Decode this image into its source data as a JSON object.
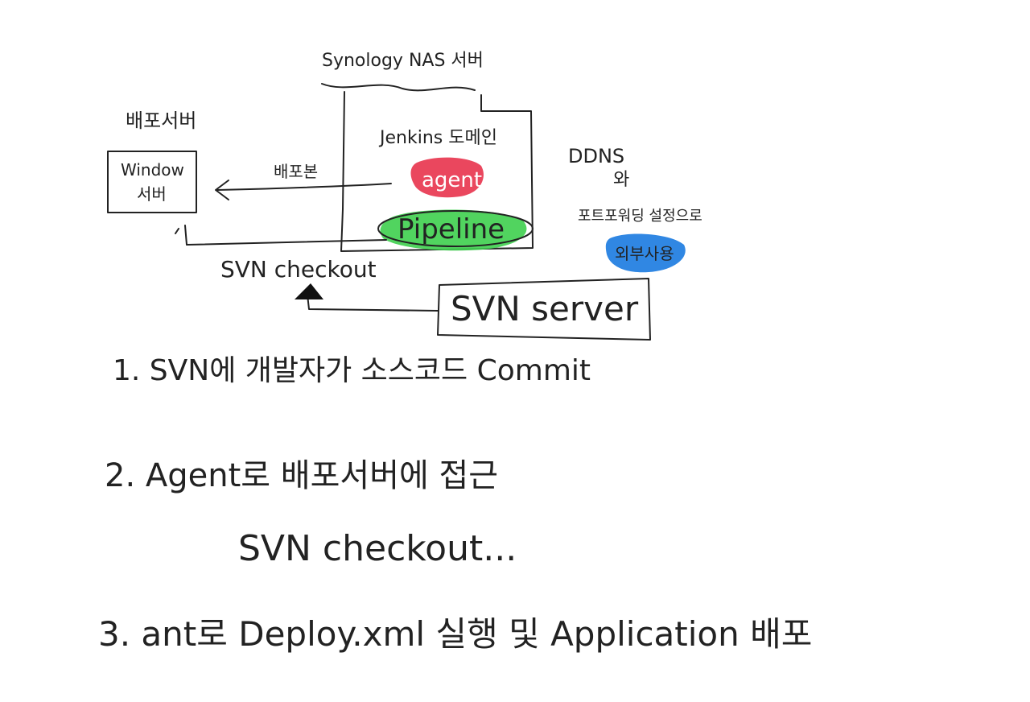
{
  "nas_label": "Synology NAS 서버",
  "jenkins_label": "Jenkins 도메인",
  "agent_label": "agent",
  "pipeline_label": "Pipeline",
  "deploy_server_label": "배포서버",
  "window_server": {
    "line1": "Window",
    "line2": "서버"
  },
  "arrow_label": "배포본",
  "svn_checkout_label": "SVN checkout",
  "ddns_line1": "DDNS",
  "ddns_line2": "와",
  "port_forward_label": "포트포워딩 설정으로",
  "external_use_label": "외부사용",
  "svn_server_label": "SVN server",
  "steps": {
    "step1": "1. SVN에 개발자가 소스코드 Commit",
    "step2a": "2. Agent로 배포서버에 접근",
    "step2b": "SVN checkout...",
    "step3": "3. ant로 Deploy.xml 실행 및 Application 배포"
  },
  "colors": {
    "agent": "#e8334d",
    "pipeline": "#3ecf4e",
    "external": "#1a7ae0",
    "ink": "#222222"
  }
}
